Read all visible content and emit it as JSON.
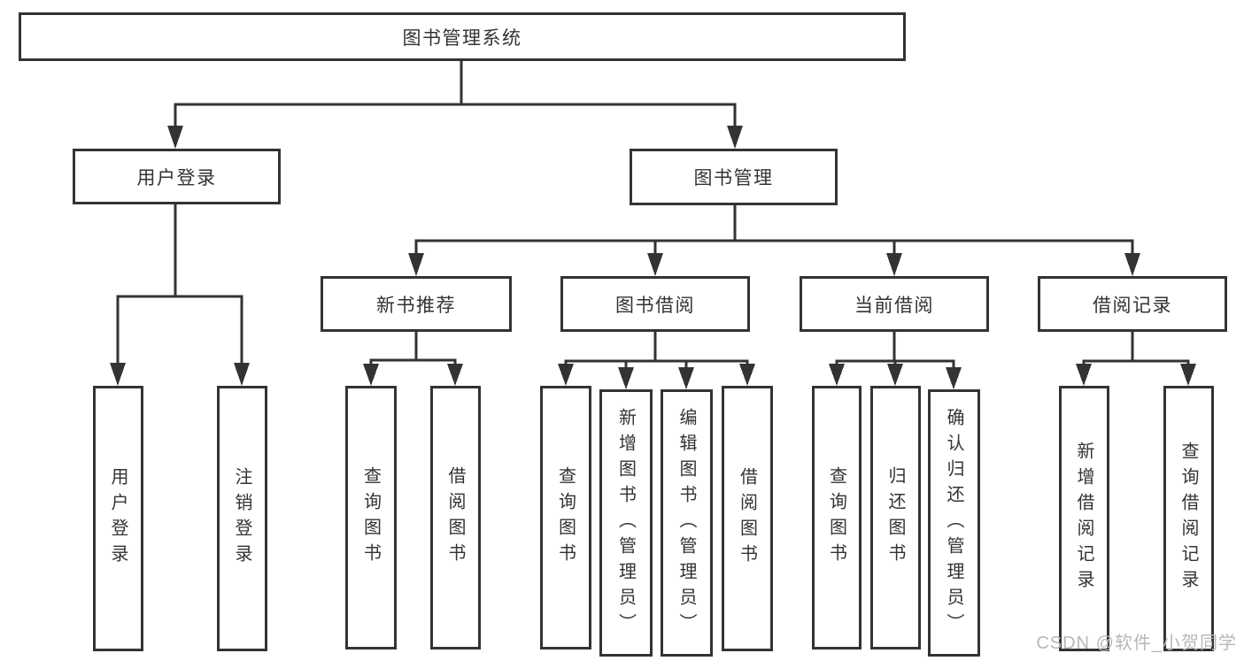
{
  "tree": {
    "root": "图书管理系统",
    "children": [
      {
        "label": "用户登录",
        "children": [
          "用户登录",
          "注销登录"
        ]
      },
      {
        "label": "图书管理",
        "children": [
          {
            "label": "新书推荐",
            "children": [
              "查询图书",
              "借阅图书"
            ]
          },
          {
            "label": "图书借阅",
            "children": [
              "查询图书",
              "新增图书（管理员）",
              "编辑图书（管理员）",
              "借阅图书"
            ]
          },
          {
            "label": "当前借阅",
            "children": [
              "查询图书",
              "归还图书",
              "确认归还（管理员）"
            ]
          },
          {
            "label": "借阅记录",
            "children": [
              "新增借阅记录",
              "查询借阅记录"
            ]
          }
        ]
      }
    ]
  },
  "watermark": {
    "text": "CSDN @软件_小贺同学"
  },
  "colors": {
    "line": "#333333",
    "box_border": "#333333",
    "box_background": "#ffffff",
    "text": "#333333",
    "watermark_text": "#b8b8b8",
    "background": "#ffffff"
  }
}
